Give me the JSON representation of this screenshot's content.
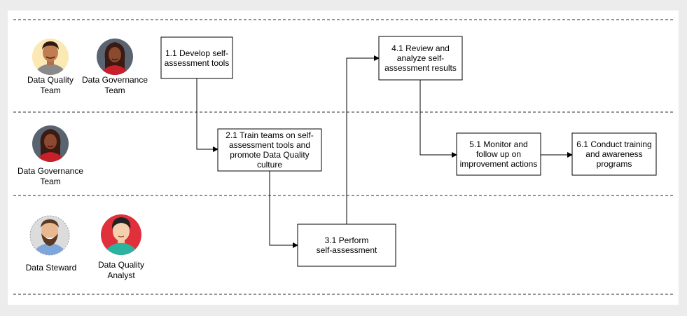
{
  "lanes": [
    {
      "actors": [
        {
          "name": "Data Quality\nTeam",
          "avatar": "man-avatar-icon"
        },
        {
          "name": "Data Governance\nTeam",
          "avatar": "woman-avatar-icon"
        }
      ]
    },
    {
      "actors": [
        {
          "name": "Data Governance\nTeam",
          "avatar": "woman-avatar-icon"
        }
      ]
    },
    {
      "actors": [
        {
          "name": "Data Steward",
          "avatar": "bearded-man-avatar-icon"
        },
        {
          "name": "Data Quality\nAnalyst",
          "avatar": "young-man-avatar-icon"
        }
      ]
    }
  ],
  "steps": [
    {
      "id": "1.1",
      "text": "1.1 Develop self-\nassessment tools"
    },
    {
      "id": "2.1",
      "text": "2.1 Train teams on self-\nassessment tools and\npromote Data Quality\nculture"
    },
    {
      "id": "3.1",
      "text": "3.1 Perform\nself-assessment"
    },
    {
      "id": "4.1",
      "text": "4.1 Review and\nanalyze self-\nassessment results"
    },
    {
      "id": "5.1",
      "text": "5.1 Monitor and\nfollow up on\nimprovement actions"
    },
    {
      "id": "6.1",
      "text": "6.1 Conduct training\nand awareness\nprograms"
    }
  ],
  "colors": {
    "lane_divider": "#555555",
    "box_border": "#000000",
    "avatar_bg_man": "#fce8b2",
    "avatar_bg_gov": "#5a6470",
    "avatar_bg_steward": "#dcdcdc",
    "avatar_bg_analyst": "#e0303c"
  }
}
